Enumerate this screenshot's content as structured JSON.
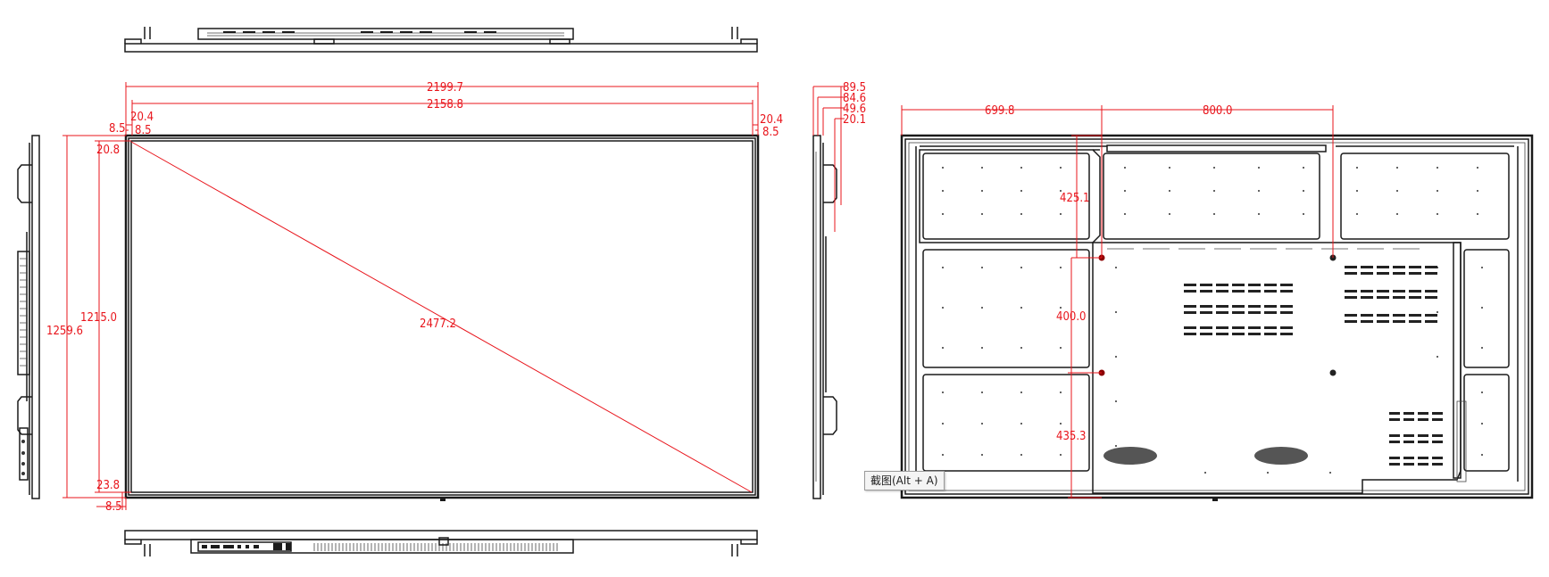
{
  "front_view": {
    "overall_width": "2199.7",
    "active_width": "2158.8",
    "diagonal": "2477.2",
    "overall_height": "1259.6",
    "active_height": "1215.0",
    "bezel_left_outer": "20.4",
    "bezel_left_inner": "8.5",
    "bezel_left_inner_2": "8.5",
    "bezel_right_outer": "20.4",
    "bezel_right_inner": "8.5",
    "bezel_top": "20.8",
    "bezel_bottom": "23.8",
    "bezel_bottom_inner": "8.5"
  },
  "side_view": {
    "depth_overall": "89.5",
    "depth_2": "84.6",
    "depth_3": "49.6",
    "depth_4": "20.1"
  },
  "rear_view": {
    "offset_left": "699.8",
    "vesa_horizontal": "800.0",
    "offset_top": "425.1",
    "vesa_vertical": "400.0",
    "offset_bottom": "435.3"
  },
  "tooltip": "截图(Alt + A)",
  "icons": [
    "wall-mount-hole-icon",
    "vent-grille-icon",
    "speaker-grille-icon",
    "io-port-icon"
  ]
}
